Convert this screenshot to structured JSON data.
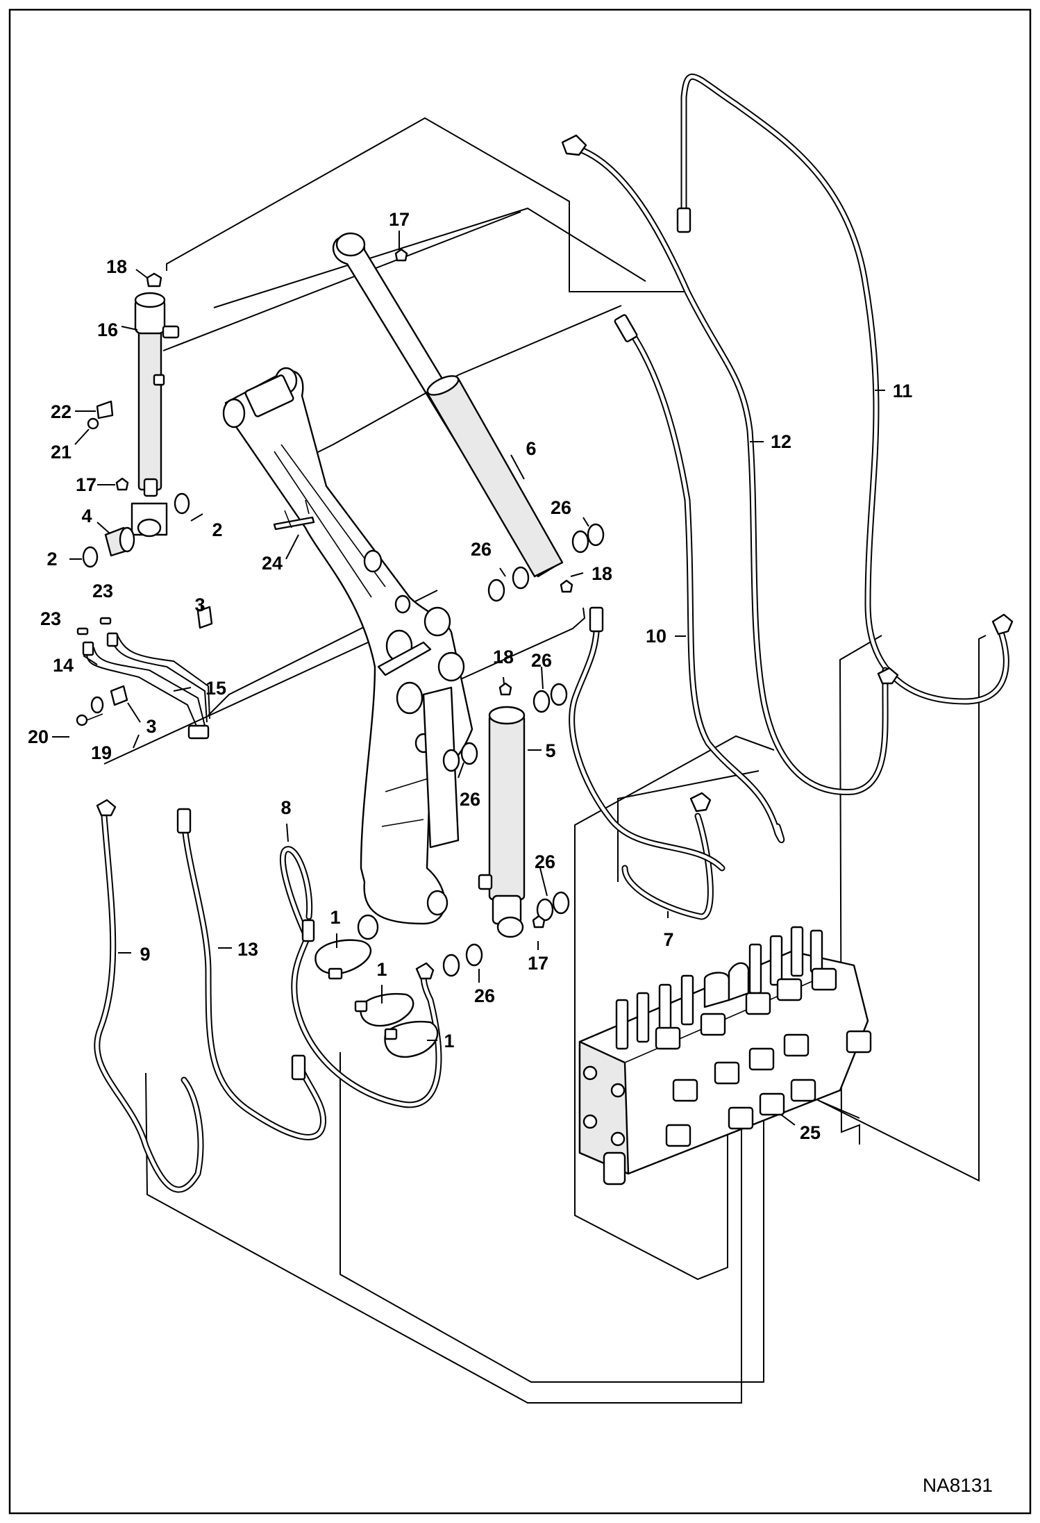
{
  "figure_code": "NA8131",
  "callouts": {
    "c1a": "1",
    "c1b": "1",
    "c1c": "1",
    "c2a": "2",
    "c2b": "2",
    "c3a": "3",
    "c3b": "3",
    "c4": "4",
    "c5": "5",
    "c6": "6",
    "c7": "7",
    "c8": "8",
    "c9": "9",
    "c10": "10",
    "c11": "11",
    "c12": "12",
    "c13": "13",
    "c14": "14",
    "c15": "15",
    "c16": "16",
    "c17a": "17",
    "c17b": "17",
    "c17c": "17",
    "c18a": "18",
    "c18b": "18",
    "c18c": "18",
    "c19": "19",
    "c20": "20",
    "c21": "21",
    "c22": "22",
    "c23a": "23",
    "c23b": "23",
    "c24": "24",
    "c25": "25",
    "c26a": "26",
    "c26b": "26",
    "c26c": "26",
    "c26d": "26",
    "c26e": "26"
  }
}
